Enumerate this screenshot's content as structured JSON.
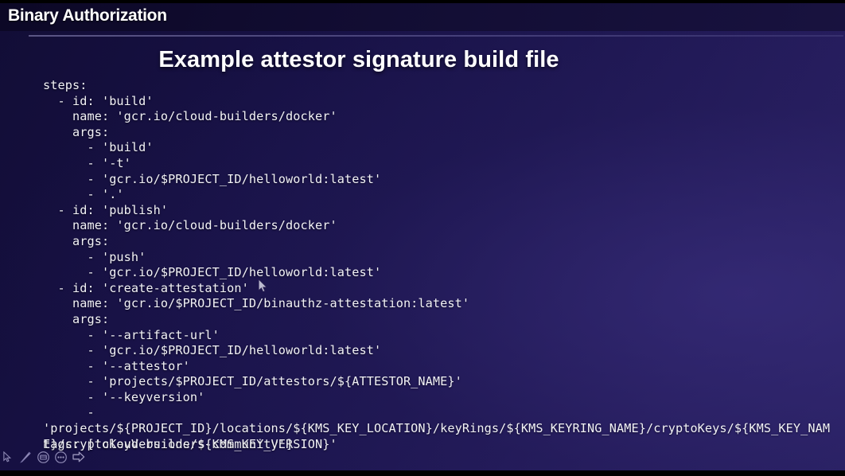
{
  "header": {
    "title": "Binary Authorization"
  },
  "slide": {
    "title": "Example attestor signature build file"
  },
  "code": {
    "language": "yaml",
    "lines": [
      "steps:",
      "  - id: 'build'",
      "    name: 'gcr.io/cloud-builders/docker'",
      "    args:",
      "      - 'build'",
      "      - '-t'",
      "      - 'gcr.io/$PROJECT_ID/helloworld:latest'",
      "      - '.'",
      "  - id: 'publish'",
      "    name: 'gcr.io/cloud-builders/docker'",
      "    args:",
      "      - 'push'",
      "      - 'gcr.io/$PROJECT_ID/helloworld:latest'",
      "  - id: 'create-attestation'",
      "    name: 'gcr.io/$PROJECT_ID/binauthz-attestation:latest'",
      "    args:",
      "      - '--artifact-url'",
      "      - 'gcr.io/$PROJECT_ID/helloworld:latest'",
      "      - '--attestor'",
      "      - 'projects/$PROJECT_ID/attestors/${ATTESTOR_NAME}'",
      "      - '--keyversion'",
      "      - "
    ],
    "wrapped_line": "'projects/${PROJECT_ID}/locations/${KMS_KEY_LOCATION}/keyRings/${KMS_KEYRING_NAME}/cryptoKeys/${KMS_KEY_NAME}/cryptoKeyVersions/${KMS_KEY_VERSION}'",
    "tags_line": "tags: ['cloud-builders-community']"
  },
  "toolbar": {
    "items": [
      {
        "name": "pointer-icon",
        "label": "Pointer"
      },
      {
        "name": "pen-icon",
        "label": "Pen"
      },
      {
        "name": "slide-menu-icon",
        "label": "Slide menu"
      },
      {
        "name": "more-options-icon",
        "label": "More options"
      },
      {
        "name": "next-slide-arrow-icon",
        "label": "Next slide"
      }
    ]
  },
  "colors": {
    "background_dark": "#120d36",
    "background_light": "#2b2266",
    "header_band": "#0c0826",
    "text": "#f2f2f6",
    "rule": "#9691c3",
    "letterbox": "#000000"
  }
}
